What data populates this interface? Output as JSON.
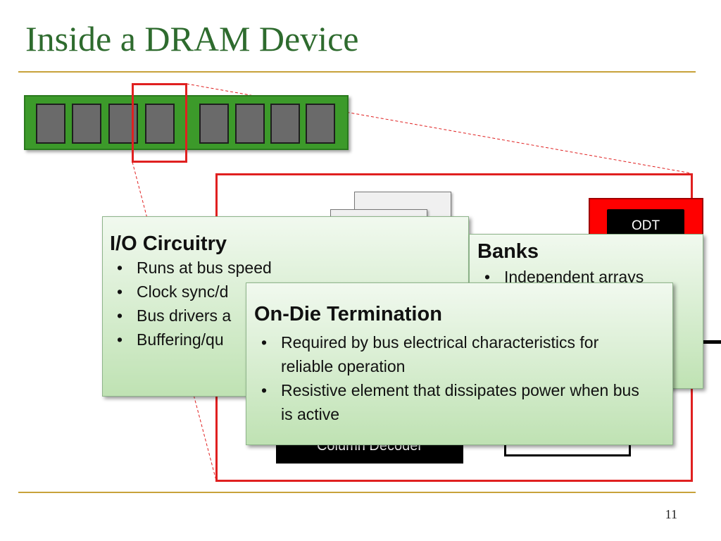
{
  "slide": {
    "title": "Inside a DRAM Device",
    "page_number": "11"
  },
  "diagram": {
    "odt_block_label": "ODT",
    "column_decoder_label": "Column Decoder",
    "dimm_chip_count": 8
  },
  "callouts": {
    "io": {
      "heading": "I/O Circuitry",
      "bullets": [
        "Runs at bus speed",
        "Clock sync/d",
        "Bus drivers a",
        "Buffering/qu"
      ]
    },
    "banks": {
      "heading": "Banks",
      "bullets": [
        "Independent arrays"
      ]
    },
    "odt": {
      "heading": "On-Die Termination",
      "bullets": [
        "Required by bus electrical characteristics for reliable operation",
        "Resistive element that dissipates power when bus is active"
      ]
    }
  },
  "colors": {
    "title": "#2e6b2e",
    "rule": "#c8a23a",
    "highlight_red": "#e02020",
    "dimm_green": "#3c9a2a",
    "callout_top": "#f1f9ef",
    "callout_bottom": "#bfe2b3"
  }
}
